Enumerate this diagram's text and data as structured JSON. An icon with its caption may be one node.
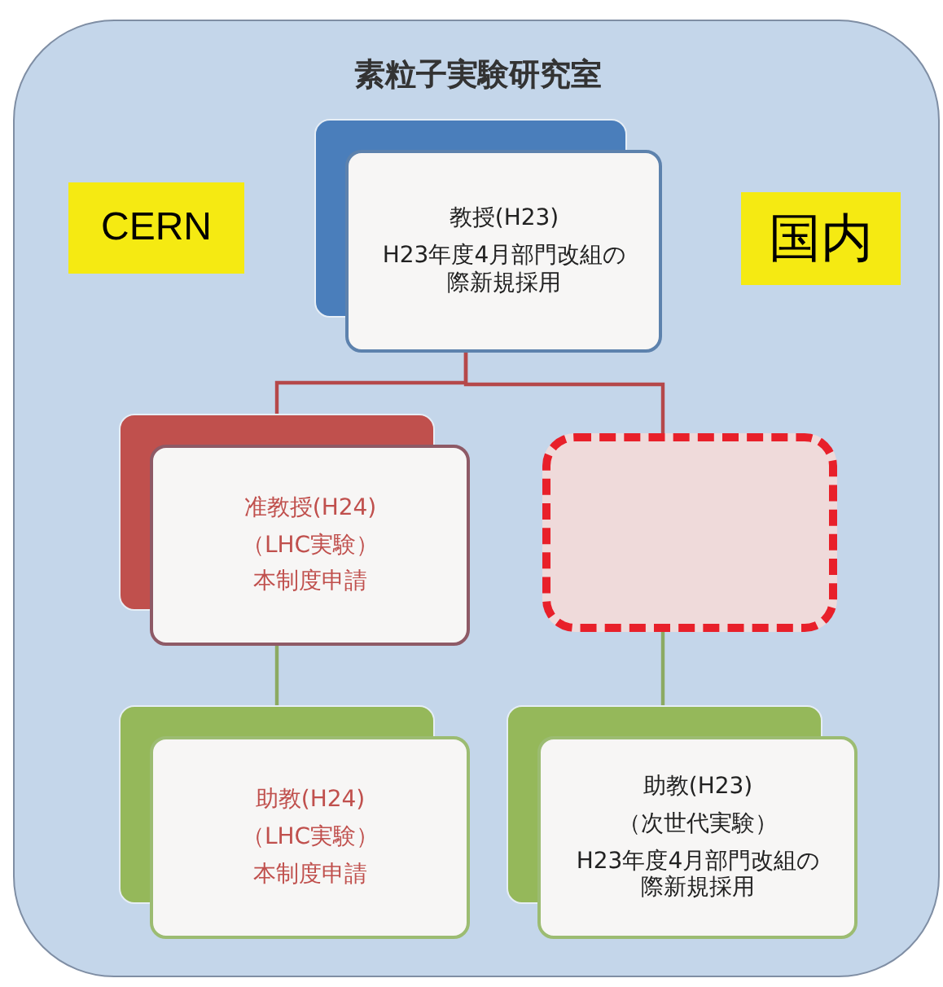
{
  "diagram": {
    "nodes": [
      {
        "text": [
          "素粒子実験研究室"
        ]
      },
      {
        "text": [
          "教授(H23)",
          "H23年度4月部門改組の際新規採用"
        ],
        "in": 0
      },
      {
        "text": [
          "准教授(H24)",
          "（LHC実験）",
          "本制度申請"
        ],
        "in": 0
      },
      {
        "text": [],
        "shape": "box",
        "in": 0
      },
      {
        "text": [
          "助教(H24)",
          "（LHC実験）",
          "本制度申請"
        ],
        "in": 0
      },
      {
        "text": [
          "助教(H23)",
          "（次世代実験）",
          "H23年度4月部門改組の際新規採用"
        ],
        "in": 0
      }
    ],
    "edges": [
      {
        "from": 1,
        "to": 2,
        "arrow": "none",
        "color": "#b5484a"
      },
      {
        "from": 1,
        "to": 3,
        "arrow": "none",
        "color": "#b5484a"
      },
      {
        "from": 2,
        "to": 4,
        "arrow": "none",
        "color": "#8caa62"
      },
      {
        "from": 3,
        "to": 5,
        "arrow": "none",
        "color": "#8caa62"
      }
    ],
    "labels": [
      "CERN",
      "国内"
    ]
  }
}
